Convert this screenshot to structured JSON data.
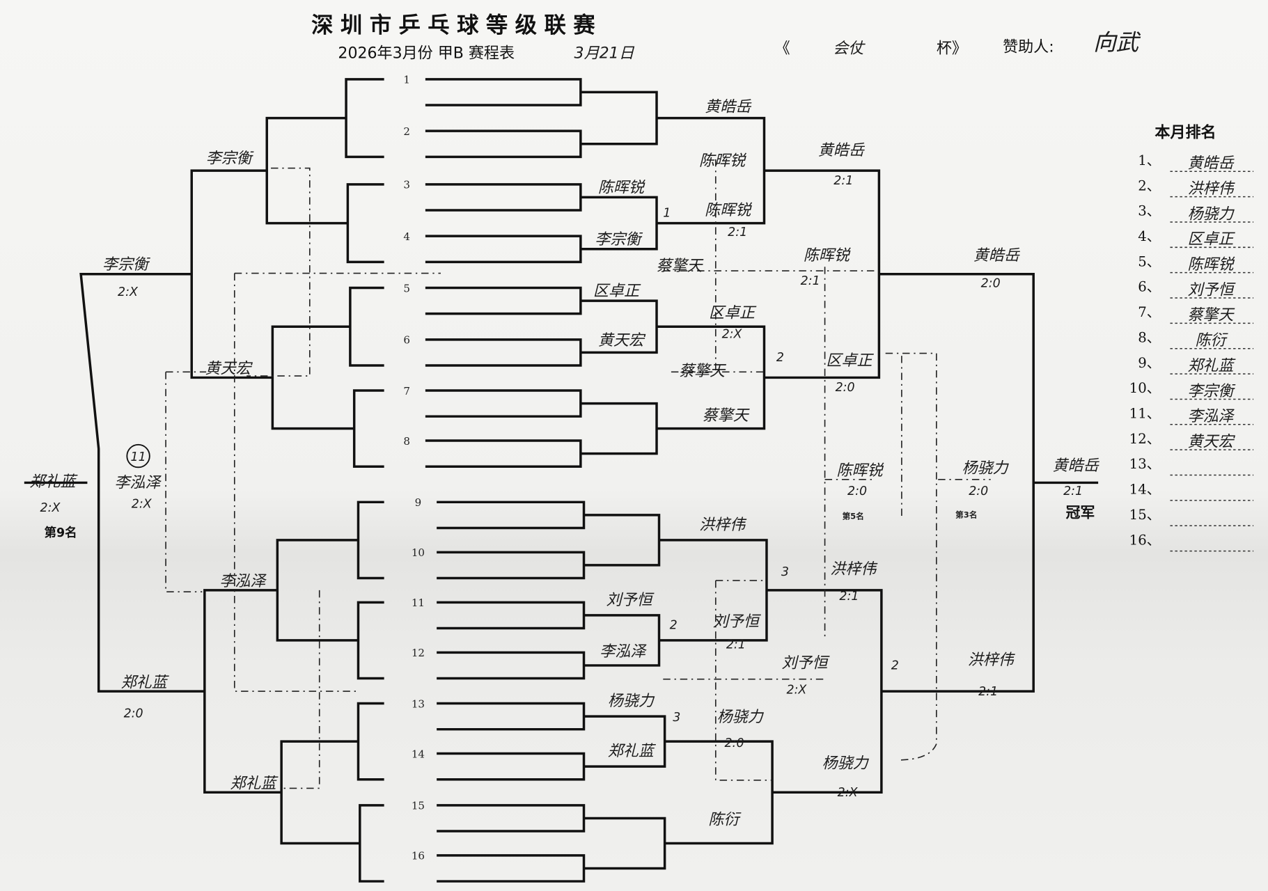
{
  "header": {
    "title": "深圳市乒乓球等级联赛",
    "subtitle": "2026年3月份 甲B 赛程表",
    "date": "3月21日",
    "cup_open": "《",
    "cup_name": "会仗",
    "cup_close": "杯》",
    "sponsor_label": "赞助人:",
    "sponsor": "向武"
  },
  "slots": [
    "1",
    "2",
    "3",
    "4",
    "5",
    "6",
    "7",
    "8",
    "9",
    "10",
    "11",
    "12",
    "13",
    "14",
    "15",
    "16"
  ],
  "winners": {
    "r1": [
      "黄皓岳",
      "陈晖锐",
      "李宗衡",
      "区卓正",
      "黄天宏",
      "蔡擎天",
      "洪梓伟",
      "刘予恒",
      "李泓泽",
      "杨骁力",
      "郑礼蓝",
      "陈衍"
    ],
    "r2": [
      {
        "name": "陈晖锐",
        "score": ""
      },
      {
        "name": "陈晖锐",
        "score": "2:1"
      },
      {
        "name": "区卓正",
        "score": "2:X"
      },
      {
        "name": "蔡擎天",
        "score": ""
      },
      {
        "name": "刘予恒",
        "score": "2:1"
      },
      {
        "name": "杨骁力",
        "score": "2:0"
      }
    ],
    "r3": [
      {
        "name": "黄皓岳",
        "score": "2:1"
      },
      {
        "name": "陈晖锐",
        "score": "2:1"
      },
      {
        "name": "蔡擎天",
        "score": ""
      },
      {
        "name": "区卓正",
        "score": "2:0"
      },
      {
        "name": "洪梓伟",
        "score": "2:1"
      },
      {
        "name": "刘予恒",
        "score": "2:X"
      },
      {
        "name": "杨骁力",
        "score": "2:X"
      }
    ],
    "r4": [
      {
        "name": "黄皓岳",
        "score": "2:0"
      },
      {
        "name": "洪梓伟",
        "score": "2:1"
      }
    ],
    "final": {
      "name": "黄皓岳",
      "score": "2:1",
      "label": "冠军"
    },
    "third": {
      "name": "杨骁力",
      "score": "2:0",
      "label": "第3名"
    },
    "fifth": {
      "name": "陈晖锐",
      "score": "2:0",
      "label": "第5名"
    },
    "round_marks": [
      "1",
      "2",
      "3",
      "2",
      "3",
      "2"
    ]
  },
  "losers": {
    "a": {
      "name": "李宗衡"
    },
    "b": {
      "name": "李宗衡",
      "score": "2:X"
    },
    "c": {
      "name": "黄天宏"
    },
    "d": {
      "name": "李泓泽"
    },
    "e": {
      "name": "郑礼蓝",
      "score": "2:0"
    },
    "f": {
      "name": "郑礼蓝"
    },
    "ninth": {
      "name": "郑礼蓝",
      "score": "2:X",
      "label": "第9名"
    },
    "eleventh": {
      "mark": "11",
      "name": "李泓泽",
      "score": "2:X"
    }
  },
  "ranking": {
    "title": "本月排名",
    "rows": [
      {
        "n": "1、",
        "name": "黄皓岳"
      },
      {
        "n": "2、",
        "name": "洪梓伟"
      },
      {
        "n": "3、",
        "name": "杨骁力"
      },
      {
        "n": "4、",
        "name": "区卓正"
      },
      {
        "n": "5、",
        "name": "陈晖锐"
      },
      {
        "n": "6、",
        "name": "刘予恒"
      },
      {
        "n": "7、",
        "name": "蔡擎天"
      },
      {
        "n": "8、",
        "name": "陈衍"
      },
      {
        "n": "9、",
        "name": "郑礼蓝"
      },
      {
        "n": "10、",
        "name": "李宗衡"
      },
      {
        "n": "11、",
        "name": "李泓泽"
      },
      {
        "n": "12、",
        "name": "黄天宏"
      },
      {
        "n": "13、",
        "name": ""
      },
      {
        "n": "14、",
        "name": ""
      },
      {
        "n": "15、",
        "name": ""
      },
      {
        "n": "16、",
        "name": ""
      }
    ]
  }
}
